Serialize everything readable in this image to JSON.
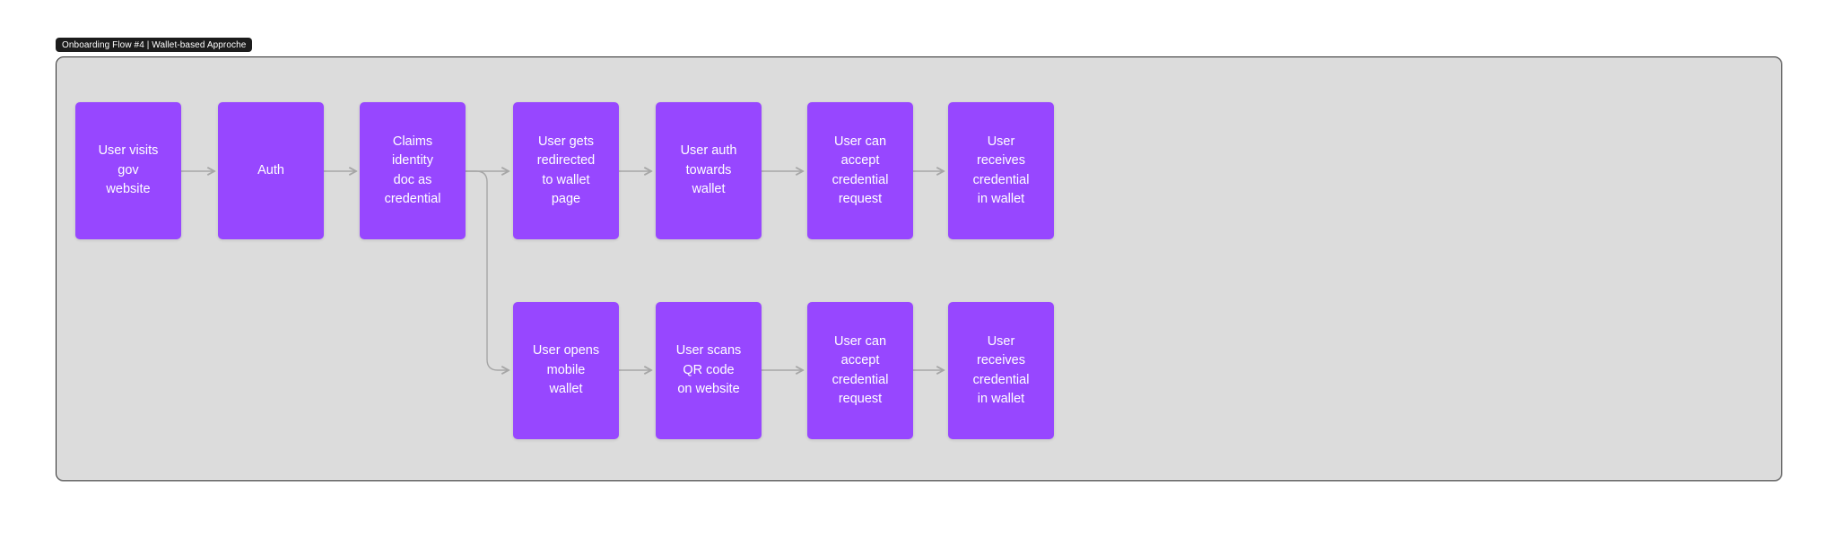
{
  "section": {
    "label": "Onboarding Flow #4 | Wallet-based Approche"
  },
  "nodes": [
    {
      "id": "n1",
      "label": "User visits\ngov\nwebsite"
    },
    {
      "id": "n2",
      "label": "Auth"
    },
    {
      "id": "n3",
      "label": "Claims\nidentity\ndoc as\ncredential"
    },
    {
      "id": "n4",
      "label": "User gets\nredirected\nto wallet\npage"
    },
    {
      "id": "n5",
      "label": "User auth\ntowards\nwallet"
    },
    {
      "id": "n6",
      "label": "User can\naccept\ncredential\nrequest"
    },
    {
      "id": "n7",
      "label": "User\nreceives\ncredential\nin wallet"
    },
    {
      "id": "n8",
      "label": "User opens\nmobile\nwallet"
    },
    {
      "id": "n9",
      "label": "User scans\nQR code\non website"
    },
    {
      "id": "n10",
      "label": "User can\naccept\ncredential\nrequest"
    },
    {
      "id": "n11",
      "label": "User\nreceives\ncredential\nin wallet"
    }
  ],
  "edges": [
    {
      "from": "n1",
      "to": "n2"
    },
    {
      "from": "n2",
      "to": "n3"
    },
    {
      "from": "n3",
      "to": "n4"
    },
    {
      "from": "n3",
      "to": "n8"
    },
    {
      "from": "n4",
      "to": "n5"
    },
    {
      "from": "n5",
      "to": "n6"
    },
    {
      "from": "n6",
      "to": "n7"
    },
    {
      "from": "n8",
      "to": "n9"
    },
    {
      "from": "n9",
      "to": "n10"
    },
    {
      "from": "n10",
      "to": "n11"
    }
  ],
  "colors": {
    "canvas_bg": "#ffffff",
    "frame_fill": "#dcdcdc",
    "frame_border": "#2c2c2c",
    "node_fill": "#9747ff",
    "node_text": "#ffffff",
    "connector": "#a6a6a6",
    "badge_bg": "#1c1c1c",
    "badge_text": "#ffffff"
  }
}
